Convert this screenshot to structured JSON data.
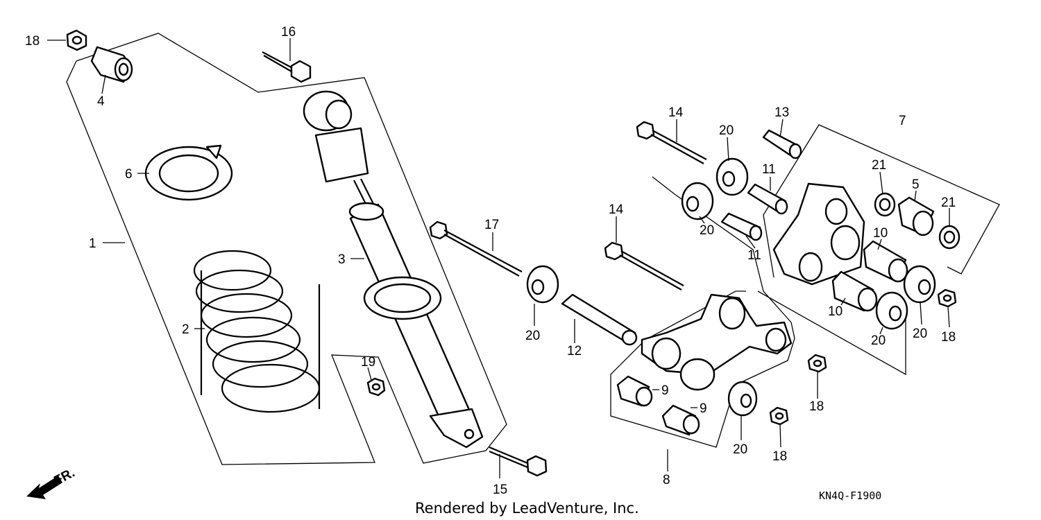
{
  "diagram": {
    "credit": "Rendered by LeadVenture, Inc.",
    "code": "KN4Q-F1900",
    "front_marker": "FR.",
    "callouts": {
      "c18a": "18",
      "c4": "4",
      "c16": "16",
      "c6": "6",
      "c1": "1",
      "c3": "3",
      "c2": "2",
      "c19": "19",
      "c15": "15",
      "c17": "17",
      "c20a": "20",
      "c12": "12",
      "c14a": "14",
      "c14b": "14",
      "c20b": "20",
      "c20c": "20",
      "c13": "13",
      "c11a": "11",
      "c11b": "11",
      "c7": "7",
      "c21a": "21",
      "c5": "5",
      "c21b": "21",
      "c10a": "10",
      "c10b": "10",
      "c20d": "20",
      "c20e": "20",
      "c18b": "18",
      "c9a": "9",
      "c9b": "9",
      "c20f": "20",
      "c18c": "18",
      "c18d": "18",
      "c8": "8"
    }
  }
}
